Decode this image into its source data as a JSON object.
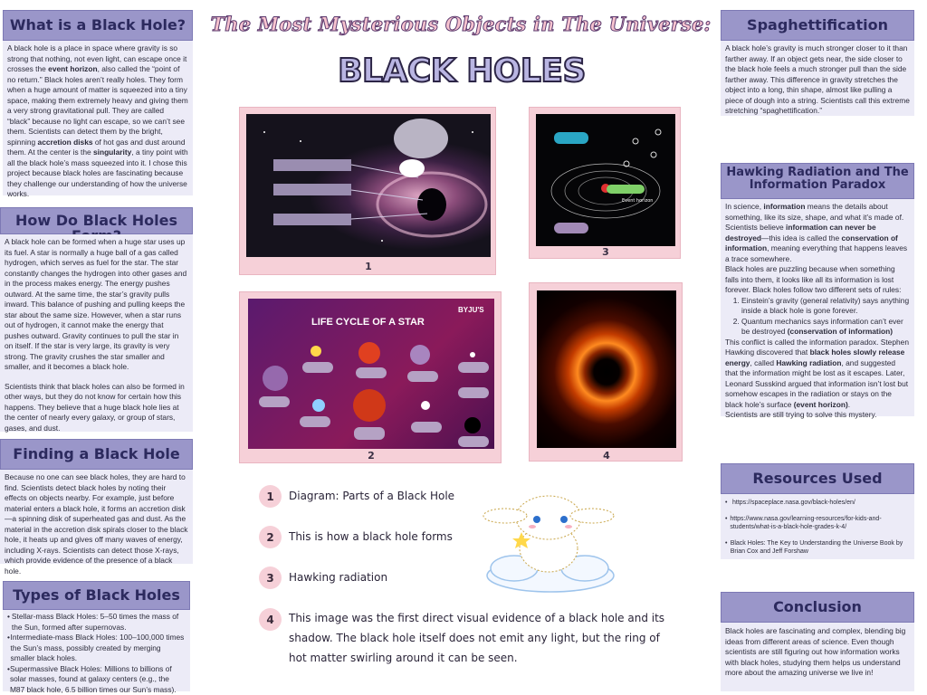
{
  "title_script": "The Most Mysterious Objects in The Universe:",
  "title_main": "BLACK HOLES",
  "left": {
    "what": {
      "heading": "What is a Black Hole?",
      "parts": [
        {
          "t": "A black hole is a place in space where gravity is so strong that nothing, not even light, can escape once it crosses the "
        },
        {
          "t": "event horizon",
          "b": true
        },
        {
          "t": ", also called the “point of no return.” Black holes aren’t really holes. They form when a huge amount of matter is squeezed into a tiny space, making them extremely heavy and giving them a very strong gravitational pull. They are called “black” because no light can escape, so we can’t see them. Scientists can detect them by the bright, spinning "
        },
        {
          "t": "accretion disks",
          "b": true
        },
        {
          "t": " of hot gas and dust around them. At the center is the "
        },
        {
          "t": "singularity",
          "b": true
        },
        {
          "t": ", a tiny point with all the black hole’s mass squeezed into it. I chose this project because black holes are fascinating because they challenge our understanding of how the universe works."
        }
      ]
    },
    "form": {
      "heading": "How Do Black Holes Form?",
      "p1": "A black hole can be formed when a huge star uses up its fuel. A star is normally a huge ball of a gas called hydrogen, which serves as fuel for the star. The star constantly changes the hydrogen into other gases and in the process makes energy. The energy pushes outward. At the same time, the star’s gravity pulls inward. This balance of pushing and pulling keeps the star about the same size. However, when a star runs out of hydrogen, it cannot make the energy that pushes outward. Gravity continues to pull the star in on itself. If the star is very large, its gravity is very strong. The gravity crushes the star smaller and smaller, and it becomes a black hole.",
      "p2": "Scientists think that black holes can also be formed in other ways, but they do not know for certain how this happens. They believe that a huge black hole lies at the center of nearly every galaxy, or group of stars, gases, and dust."
    },
    "finding": {
      "heading": "Finding a Black Hole",
      "text": "Because no one can see black holes, they are hard to find. Scientists detect black holes by noting their effects on objects nearby. For example, just before material enters a black hole, it forms an accretion disk—a spinning disk of superheated gas and dust. As the material in the accretion disk spirals closer to the black hole, it heats up and gives off many waves of energy, including X-rays. Scientists can detect those X-rays, which provide evidence of the presence of a black hole."
    },
    "types": {
      "heading": "Types of Black Holes",
      "items": [
        "Stellar-mass Black Holes: 5–50 times the mass of the Sun, formed after supernovas.",
        "Intermediate-mass Black Holes: 100–100,000 times the Sun’s mass, possibly created by merging smaller black holes.",
        "Supermassive Black Holes: Millions to billions of solar masses, found at galaxy centers (e.g., the M87 black hole, 6.5 billion times our Sun’s mass)."
      ]
    }
  },
  "right": {
    "spag": {
      "heading": "Spaghettification",
      "text": "A black hole’s gravity is much stronger closer to it than farther away. If an object gets near, the side closer to the black hole feels a much stronger pull than the side farther away. This difference in gravity stretches the object into a long, thin shape, almost like pulling a piece of dough into a string. Scientists call this extreme stretching “spaghettification.”"
    },
    "hawking": {
      "heading": "Hawking Radiation and The Information Paradox",
      "p1a": "In science, ",
      "p1b": "information",
      "p1c": " means the details about something, like its size, shape, and what it’s made of. Scientists believe ",
      "p1d": "information can never be destroyed",
      "p1e": "—this idea is called the ",
      "p1f": "conservation of information",
      "p1g": ", meaning everything that happens leaves a trace somewhere.",
      "p2": "Black holes are puzzling because when something falls into them, it looks like all its information is lost forever. Black holes follow two different sets of rules:",
      "li1": "Einstein’s gravity (general relativity) says anything inside a black hole is gone forever.",
      "li2a": "Quantum mechanics says information can’t ever be destroyed ",
      "li2b": "(conservation of information)",
      "p3a": "This conflict is called the information paradox. Stephen Hawking discovered that ",
      "p3b": "black holes slowly release energy",
      "p3c": ", called ",
      "p3d": "Hawking radiation",
      "p3e": ", and suggested that the information might be lost as it escapes. Later, Leonard Susskind argued that information isn’t lost but somehow escapes in the radiation or stays on the black hole’s surface ",
      "p3f": "(event horizon)",
      "p3g": ".",
      "p4": "Scientists are still trying to solve this mystery."
    },
    "resources": {
      "heading": "Resources Used",
      "items": [
        "https://spaceplace.nasa.gov/black-holes/en/",
        "https://www.nasa.gov/learning-resources/for-kids-and-students/what-is-a-black-hole-grades-k-4/",
        "Black Holes: The Key to Understanding the Universe Book by Brian Cox and Jeff Forshaw"
      ]
    },
    "conclusion": {
      "heading": "Conclusion",
      "text": "Black holes are fascinating and complex, blending big ideas from different areas of science. Even though scientists are still figuring out how information works with black holes, studying them helps us understand more about the amazing universe we live in!"
    }
  },
  "figures": {
    "n1": "1",
    "n2": "2",
    "n3": "3",
    "n4": "4",
    "lifecycle_title": "LIFE CYCLE OF A STAR",
    "byjus": "BYJU'S",
    "event_horizon": "Event horizon"
  },
  "captions": [
    {
      "n": "1",
      "text": "Diagram: Parts of a Black Hole"
    },
    {
      "n": "2",
      "text": "This is how a black hole forms"
    },
    {
      "n": "3",
      "text": "Hawking radiation"
    },
    {
      "n": "4",
      "text": "This image was the first direct visual evidence of a black hole and its shadow. The black hole itself does not emit any light, but the ring of hot matter swirling around it can be seen."
    }
  ]
}
